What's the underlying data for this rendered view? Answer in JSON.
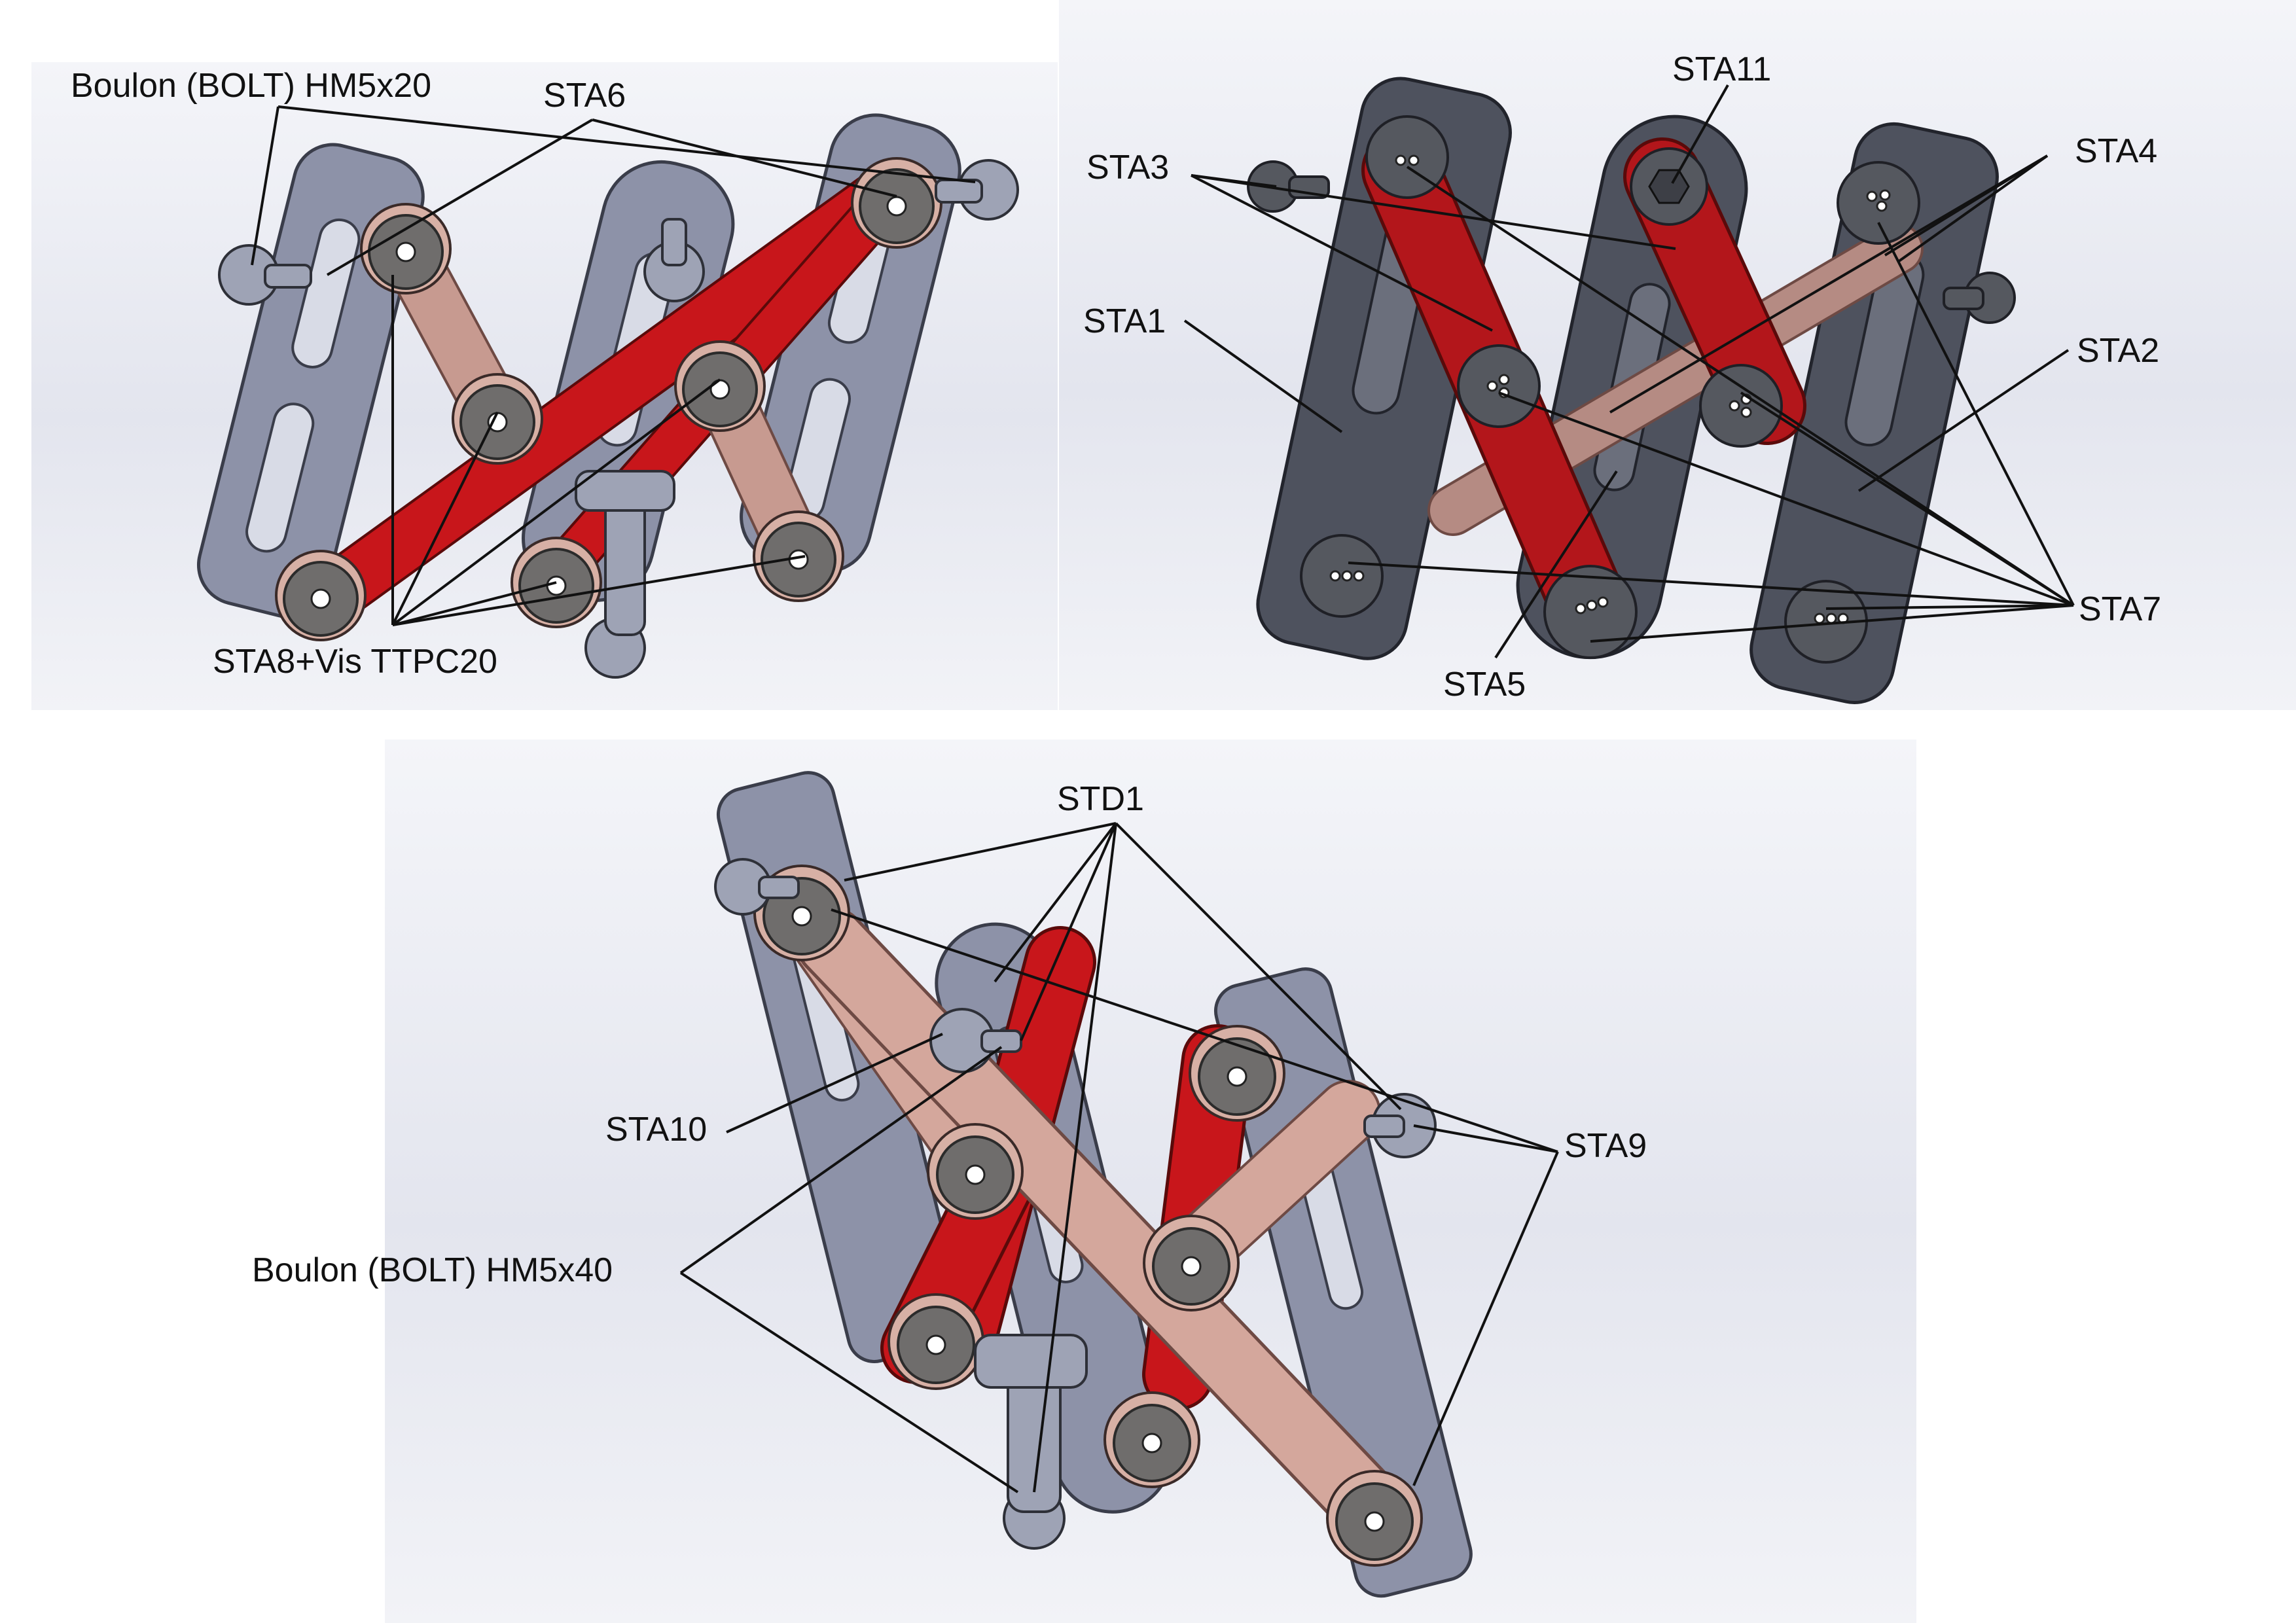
{
  "labels": {
    "top_left": {
      "bolt": "Boulon (BOLT) HM5x20",
      "sta6": "STA6",
      "sta8": "STA8+Vis TTPC20"
    },
    "top_right": {
      "sta11": "STA11",
      "sta3": "STA3",
      "sta4": "STA4",
      "sta1": "STA1",
      "sta2": "STA2",
      "sta7": "STA7",
      "sta5": "STA5"
    },
    "bottom": {
      "std1": "STD1",
      "sta10": "STA10",
      "sta9": "STA9",
      "bolt": "Boulon (BOLT) HM5x40"
    }
  },
  "colors": {
    "panel_background": "#e6e8f0",
    "plate": "#8d92a8",
    "plate_dark": "#4e525e",
    "arm_red": "#c8161b",
    "arm_pink": "#c79a90",
    "roller": "#6f6d6c"
  }
}
